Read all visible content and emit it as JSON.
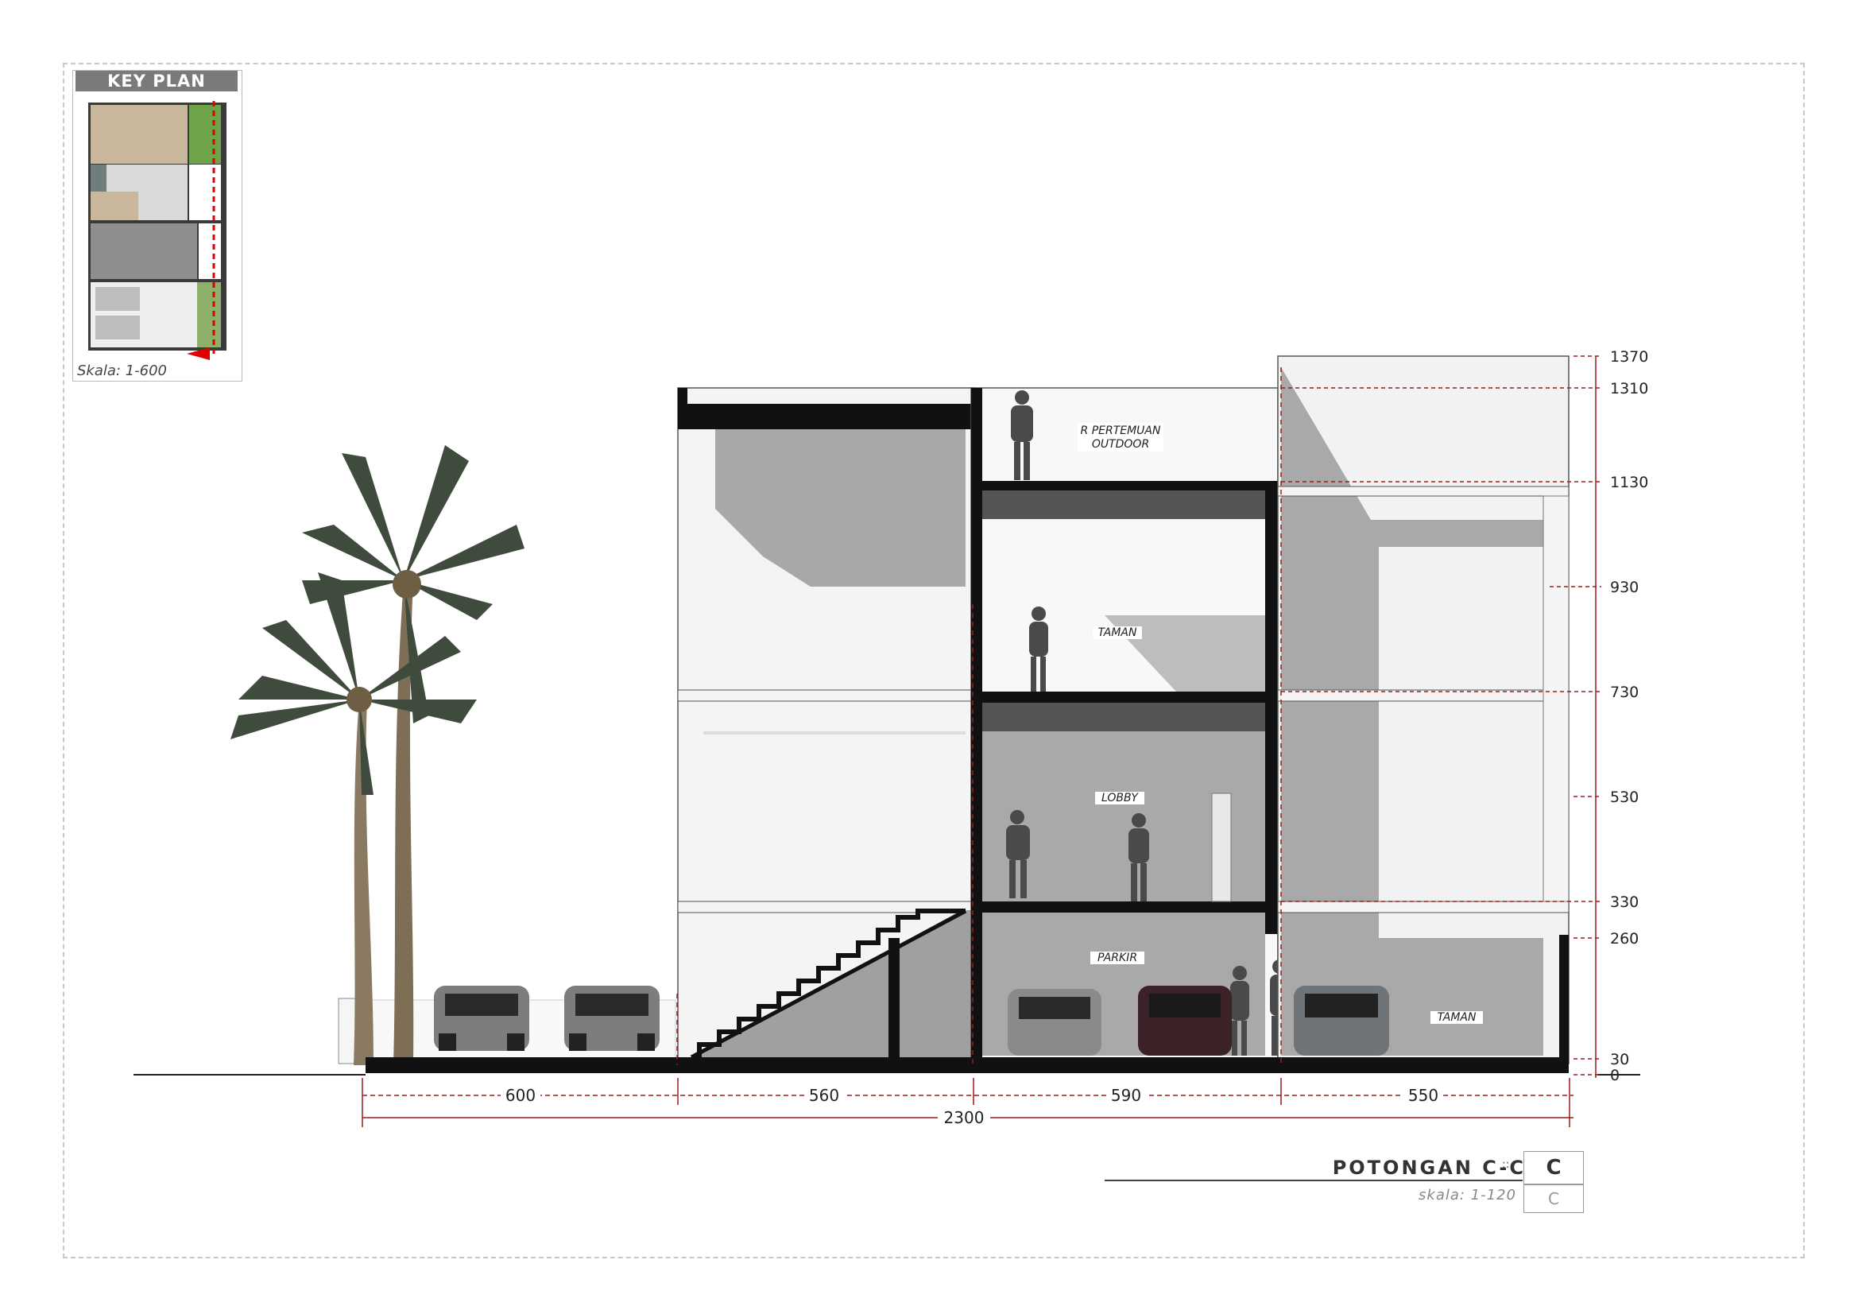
{
  "key_plan": {
    "title": "KEY PLAN",
    "scale": "Skala: 1-600"
  },
  "rooms": {
    "meeting_line1": "R PERTEMUAN",
    "meeting_line2": "OUTDOOR",
    "garden_upper": "TAMAN",
    "lobby": "LOBBY",
    "parking": "PARKIR",
    "garden_lower": "TAMAN"
  },
  "levels": [
    "1370",
    "1310",
    "1130",
    "930",
    "730",
    "530",
    "330",
    "260",
    "30",
    "0"
  ],
  "dimensions": {
    "segments": [
      "600",
      "560",
      "590",
      "550"
    ],
    "total": "2300"
  },
  "title_block": {
    "title": "POTONGAN C-C",
    "separator": "::",
    "code": "C",
    "scale": "skala: 1-120",
    "code_sub": "C"
  },
  "colors": {
    "structure": "#111111",
    "shadow": "#a9a9a9",
    "dimension": "#9b1c1c",
    "wall": "#f2f2f2"
  }
}
